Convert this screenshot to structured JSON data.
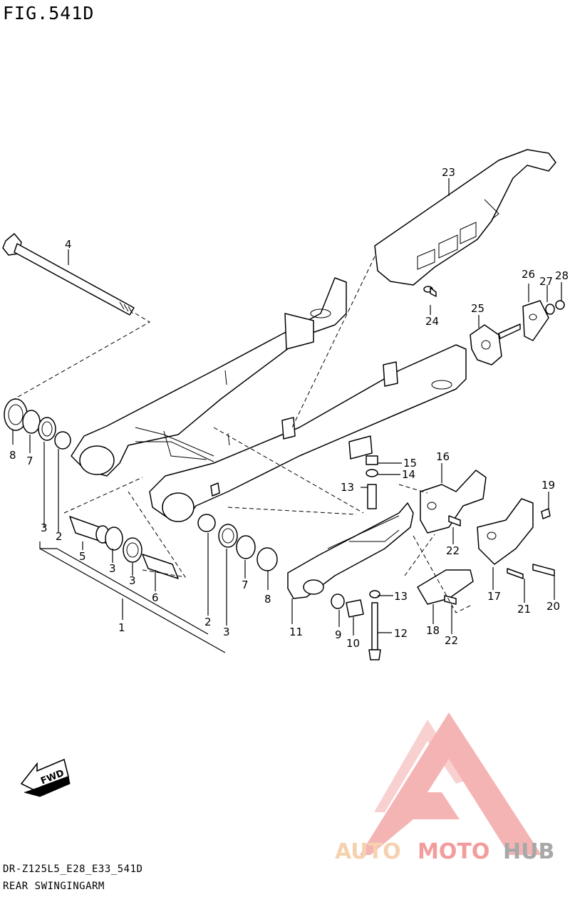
{
  "figure": {
    "title": "FIG.541D",
    "model_code": "DR-Z125L5_E28_E33_541D",
    "section_name": "REAR SWINGINGARM"
  },
  "callouts": [
    "1",
    "2",
    "3",
    "4",
    "5",
    "6",
    "7",
    "8",
    "9",
    "10",
    "11",
    "12",
    "13",
    "14",
    "15",
    "16",
    "17",
    "18",
    "19",
    "20",
    "21",
    "22",
    "23",
    "24",
    "25",
    "26",
    "27",
    "28"
  ],
  "direction_label": "FWD",
  "watermark": {
    "part_1": "AUTO",
    "part_2": "MOTO",
    "part_3": "HUB",
    "colors": {
      "auto": "#f5c9a2",
      "moto": "#f28b8b",
      "hub": "#9a9a9a",
      "triangle": "#f08a8a"
    }
  }
}
